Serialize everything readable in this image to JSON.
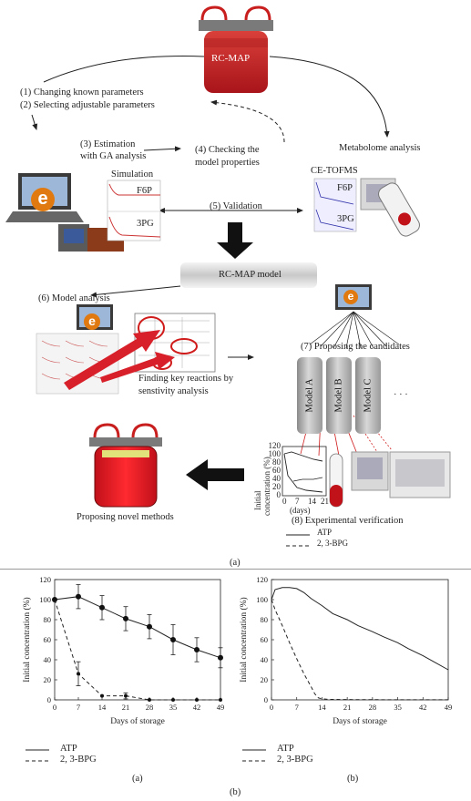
{
  "workflow": {
    "bag_label": "RC-MAP",
    "steps": {
      "s1": "(1) Changing known parameters",
      "s2": "(2) Selecting adjustable parameters",
      "s3a": "(3) Estimation",
      "s3b": "with GA analysis",
      "s4a": "(4) Checking the",
      "s4b": "model properties",
      "metabolome": "Metabolome analysis",
      "simulation": "Simulation",
      "f6p": "F6P",
      "pg3": "3PG",
      "cetofms": "CE-TOFMS",
      "validation": "(5) Validation",
      "model": "RC-MAP model",
      "analysis": "(6) Model analysis",
      "finding_a": "Finding key reactions by",
      "finding_b": "senstivity analysis",
      "proposing_candidates": "(7) Proposing the candidates",
      "model_a": "Model A",
      "model_b": "Model B",
      "model_c": "Model C",
      "ellipsis": "· · ·",
      "novel": "Proposing novel methods",
      "experimental": "(8) Experimental verification",
      "mini_ylabel_1": "Initial",
      "mini_ylabel_2": "concentration (%)",
      "mini_xunit": "(days)",
      "panel_a_label": "(a)",
      "panel_b_label": "(b)",
      "logo_e": "e"
    },
    "mini_ticks_y": [
      "120",
      "100",
      "80",
      "60",
      "40",
      "20",
      "0"
    ],
    "mini_ticks_x": [
      "0",
      "7",
      "14",
      "21"
    ],
    "legend": {
      "atp": "ATP",
      "bpg": "2, 3-BPG"
    }
  },
  "chart_data": [
    {
      "type": "line",
      "panel_label": "(a)",
      "xlabel": "Days of storage",
      "ylabel": "Initial concentration (%)",
      "xlim": [
        0,
        49
      ],
      "ylim": [
        0,
        120
      ],
      "xticks": [
        0,
        7,
        14,
        21,
        28,
        35,
        42,
        49
      ],
      "yticks": [
        0,
        20,
        40,
        60,
        80,
        100,
        120
      ],
      "series": [
        {
          "name": "ATP",
          "style": "solid",
          "marker": "circle",
          "x": [
            0,
            7,
            14,
            21,
            28,
            35,
            42,
            49
          ],
          "y": [
            100,
            103,
            92,
            81,
            73,
            60,
            50,
            42
          ],
          "err": [
            0,
            12,
            12,
            12,
            12,
            15,
            12,
            10
          ]
        },
        {
          "name": "2, 3-BPG",
          "style": "dashed",
          "marker": "circle",
          "x": [
            0,
            7,
            14,
            21,
            28,
            35,
            42,
            49
          ],
          "y": [
            100,
            26,
            4,
            4,
            0,
            0,
            0,
            0
          ],
          "err": [
            0,
            12,
            0,
            3,
            0,
            0,
            0,
            0
          ]
        }
      ]
    },
    {
      "type": "line",
      "panel_label": "(b)",
      "xlabel": "Days of storage",
      "ylabel": "Initial concentration (%)",
      "xlim": [
        0,
        49
      ],
      "ylim": [
        0,
        120
      ],
      "xticks": [
        0,
        7,
        14,
        21,
        28,
        35,
        42,
        49
      ],
      "yticks": [
        0,
        20,
        40,
        60,
        80,
        100,
        120
      ],
      "series": [
        {
          "name": "ATP",
          "style": "solid",
          "x": [
            0,
            1,
            3,
            5,
            7,
            9,
            11,
            14,
            17,
            21,
            24,
            28,
            31,
            35,
            38,
            42,
            45,
            49
          ],
          "y": [
            100,
            110,
            112,
            112,
            111,
            107,
            101,
            94,
            86,
            80,
            74,
            68,
            63,
            57,
            51,
            44,
            38,
            30
          ]
        },
        {
          "name": "2, 3-BPG",
          "style": "dashed",
          "x": [
            0,
            1,
            3,
            5,
            7,
            9,
            11,
            12,
            13,
            14,
            16,
            21,
            28,
            35,
            42,
            49
          ],
          "y": [
            100,
            90,
            74,
            57,
            41,
            26,
            13,
            6,
            2,
            1,
            0.5,
            0.3,
            0.2,
            0.1,
            0.1,
            0.1
          ]
        }
      ]
    }
  ],
  "legend": {
    "atp": "ATP",
    "bpg": "2, 3-BPG"
  },
  "caption": {
    "a_left": "(a)",
    "a_right": "(b)",
    "b": "(b)"
  }
}
